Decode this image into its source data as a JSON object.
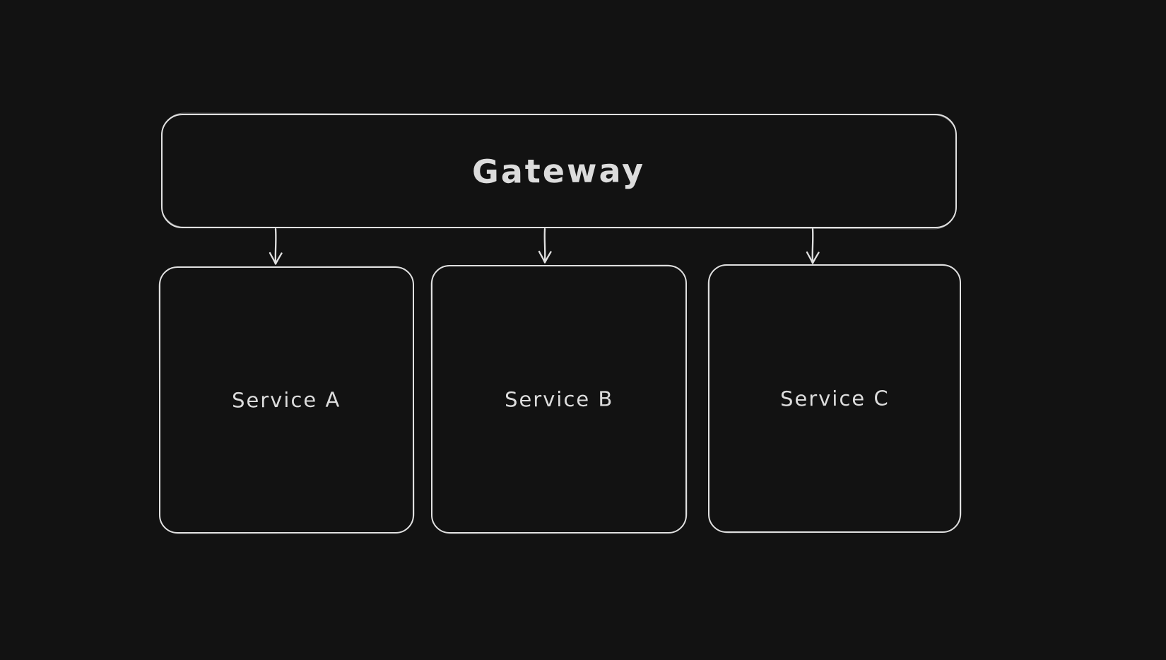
{
  "canvas": {
    "background_color": "#121212",
    "stroke_color": "#e0e0e0",
    "text_color": "#dcdcdc"
  },
  "diagram": {
    "gateway": {
      "label": "Gateway"
    },
    "services": [
      {
        "id": "service-a",
        "label": "Service A"
      },
      {
        "id": "service-b",
        "label": "Service B"
      },
      {
        "id": "service-c",
        "label": "Service C"
      }
    ],
    "connectors": [
      {
        "from": "Gateway",
        "to": "Service A",
        "direction": "down"
      },
      {
        "from": "Gateway",
        "to": "Service B",
        "direction": "down"
      },
      {
        "from": "Gateway",
        "to": "Service C",
        "direction": "down"
      }
    ]
  }
}
